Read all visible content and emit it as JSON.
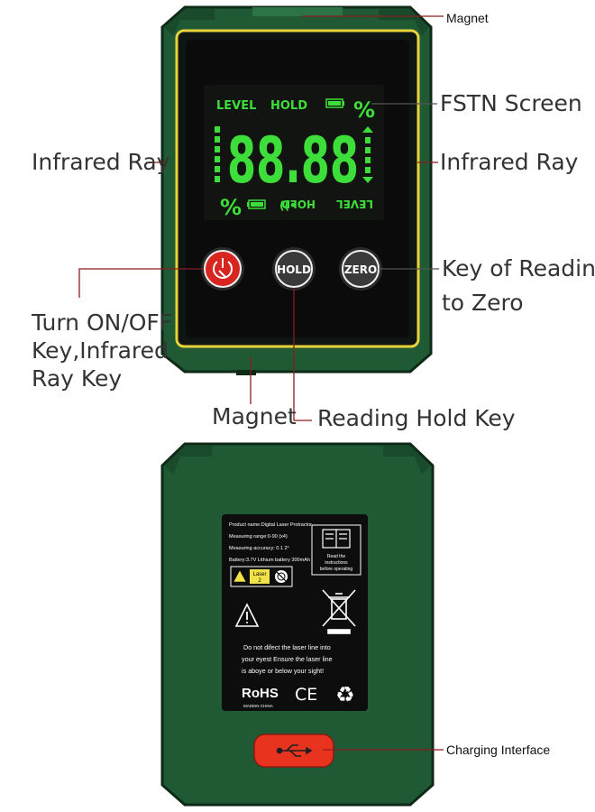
{
  "colors": {
    "body_green": "#1f5a34",
    "dark_green": "#143f24",
    "screen_black": "#0b0b0b",
    "lcd_green": "#3dde3a",
    "lcd_dim": "#1c6d21",
    "yellow_trim": "#e8d23a",
    "red_button": "#d6261f",
    "callout_line_red": "#8a1c1c",
    "charging_port": "#e8341f"
  },
  "icons": {
    "power_button": "laser-power-icon",
    "charging_port": "usb-icon",
    "recycle": "recycle-icon",
    "bin": "crossed-bin-icon",
    "warning": "warning-triangle-icon",
    "manual": "open-book-icon"
  },
  "lcd": {
    "level_label": "LEVEL",
    "hold_label": "HOLD",
    "percent": "%",
    "digits": "88.88",
    "flipped_level": "LEVEL",
    "flipped_hold": "HOLD"
  },
  "buttons": {
    "hold": "HOLD",
    "zero": "ZERO"
  },
  "callouts": {
    "magnet_top": "Magnet",
    "fstn_screen": "FSTN Screen",
    "infrared_left": "Infrared Ray",
    "infrared_right": "Infrared Ray",
    "key_zero_line1": "Key of Reading",
    "key_zero_line2": "to Zero",
    "turn_on_line1": "Turn ON/OFF",
    "turn_on_line2": "Key,Infrared",
    "turn_on_line3": "Ray Key",
    "magnet_bottom": "Magnet",
    "reading_hold": "Reading Hold Key",
    "charging": "Charging Interface"
  },
  "back_label": {
    "line1": "Product name:Digital Laser Protractor",
    "line2": "Measuring range:0-90 (x4)",
    "line3": "Measuring accuracy: 0.1 2°",
    "line4": "Battery:3.7V Lithium battery 300mAh",
    "laser_class_word": "Laser",
    "laser_class_number": "2",
    "manual_line1": "Read the",
    "manual_line2": "instructions",
    "manual_line3": "before operating",
    "warn_line1": "Do not difect the laser line into",
    "warn_line2": "your eyest Ensure the laser line",
    "warn_line3": "is aboye or below your sight!",
    "rohs": "RoHS",
    "ce": "CE",
    "made_in": "MADEIN CHINA"
  }
}
